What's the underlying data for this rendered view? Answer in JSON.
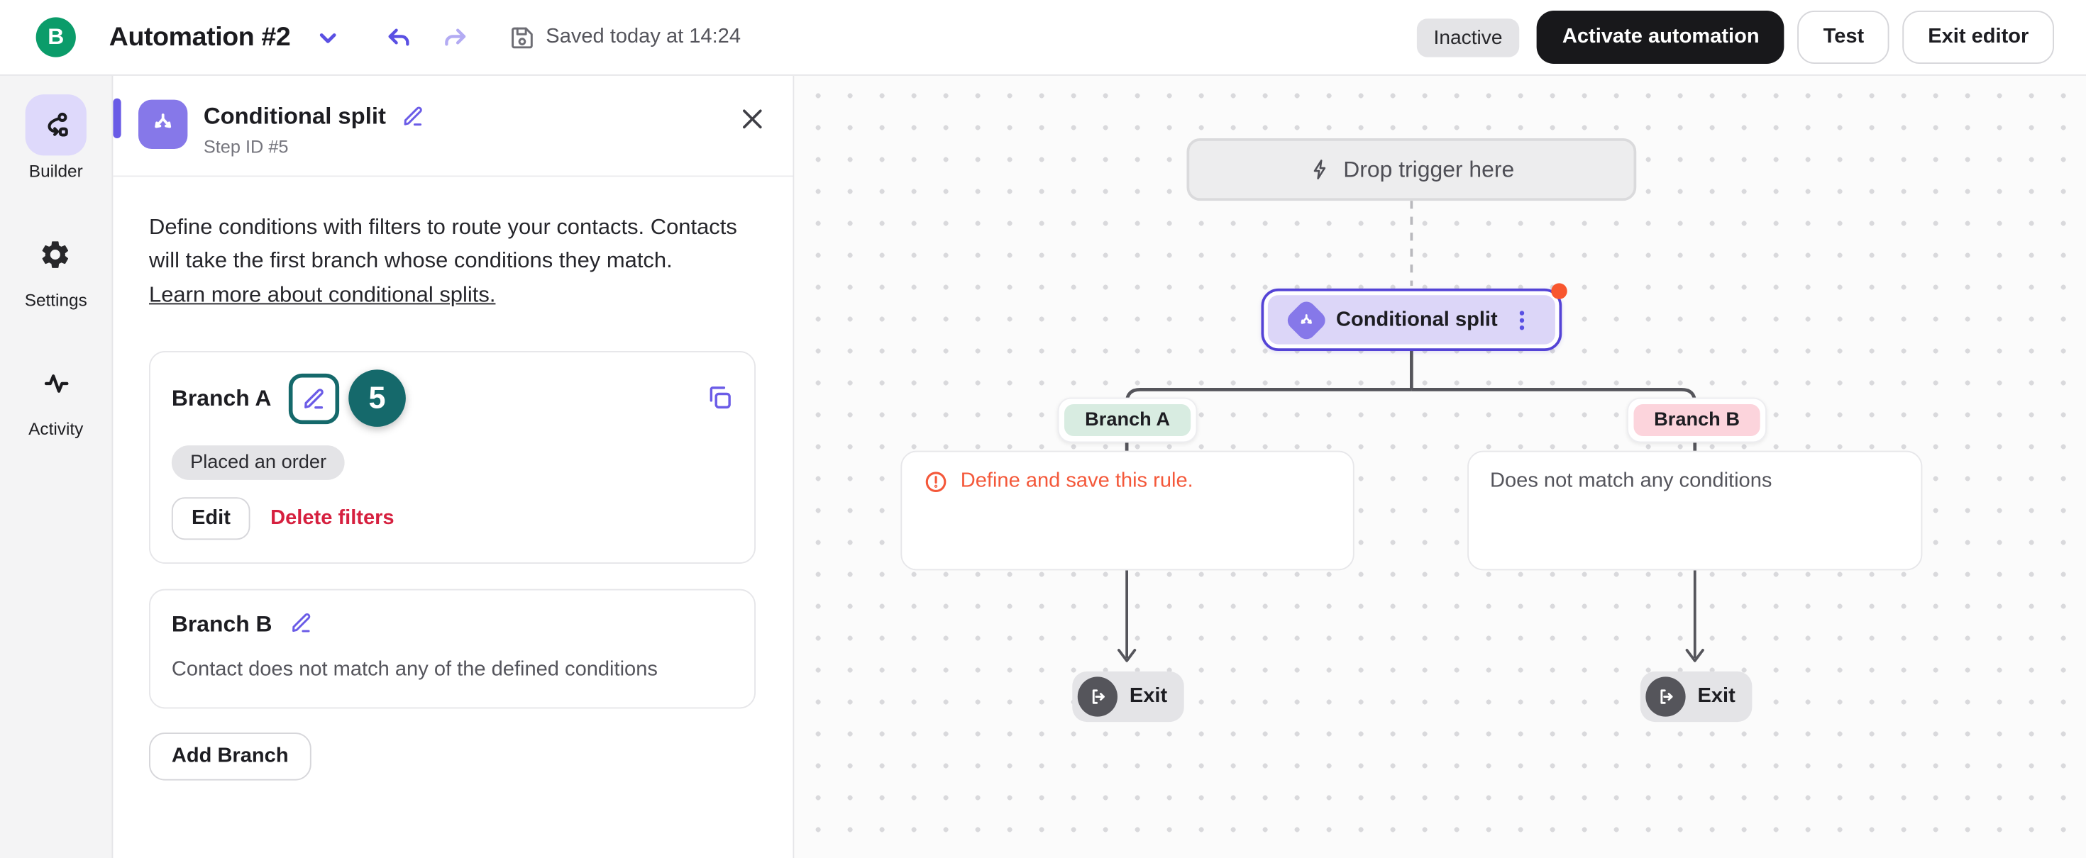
{
  "topbar": {
    "logo_letter": "B",
    "title": "Automation #2",
    "saved_status": "Saved today at 14:24",
    "status_badge": "Inactive",
    "activate_label": "Activate automation",
    "test_label": "Test",
    "exit_label": "Exit editor"
  },
  "sidebar": {
    "items": [
      {
        "label": "Builder",
        "icon": "workflow-icon",
        "active": true
      },
      {
        "label": "Settings",
        "icon": "gear-icon",
        "active": false
      },
      {
        "label": "Activity",
        "icon": "pulse-icon",
        "active": false
      }
    ]
  },
  "panel": {
    "title": "Conditional split",
    "step_id": "Step ID #5",
    "description": "Define conditions with filters to route your contacts. Contacts will take the first branch whose conditions they match.",
    "learn_more_label": "Learn more about conditional splits.",
    "branch_a": {
      "name": "Branch A",
      "tour_step": "5",
      "filter_chip": "Placed an order",
      "edit_label": "Edit",
      "delete_label": "Delete filters"
    },
    "branch_b": {
      "name": "Branch B",
      "description": "Contact does not match any of the defined conditions"
    },
    "add_branch_label": "Add Branch"
  },
  "canvas": {
    "drop_trigger_label": "Drop trigger here",
    "node_label": "Conditional split",
    "branch_a": {
      "label": "Branch A",
      "warning": "Define and save this rule.",
      "exit_label": "Exit"
    },
    "branch_b": {
      "label": "Branch B",
      "description": "Does not match any conditions",
      "exit_label": "Exit"
    }
  },
  "colors": {
    "brand_green": "#0b9c6a",
    "accent_purple": "#5a50e3",
    "node_border_purple": "#5443d6",
    "node_fill_lavender": "#dcd6f8",
    "tour_teal": "#15696b",
    "warning_orange": "#f4583a",
    "alert_dot_orange": "#f8562e",
    "delete_red": "#d6203f",
    "branch_a_mint": "#d8ece1",
    "branch_b_pink": "#fcd4dc"
  }
}
